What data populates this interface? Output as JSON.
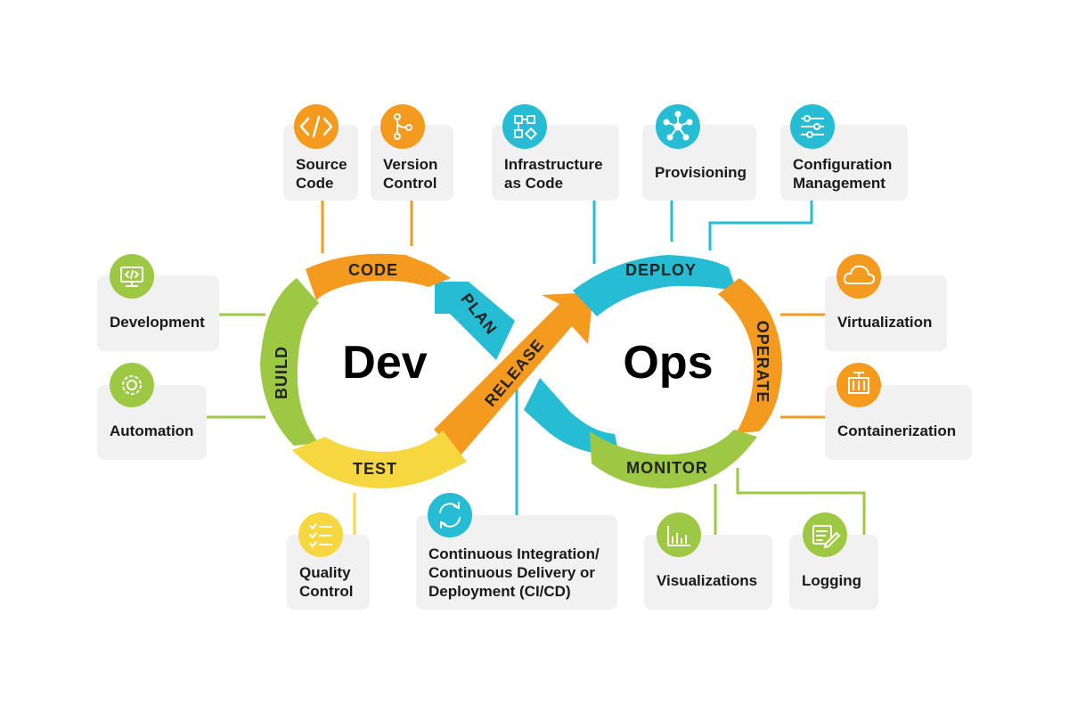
{
  "center": {
    "dev": "Dev",
    "ops": "Ops"
  },
  "stages": {
    "code": "CODE",
    "plan": "PLAN",
    "build": "BUILD",
    "test": "TEST",
    "release": "RELEASE",
    "deploy": "DEPLOY",
    "operate": "OPERATE",
    "monitor": "MONITOR"
  },
  "nodes": {
    "source_code": [
      "Source",
      "Code"
    ],
    "version_control": [
      "Version",
      "Control"
    ],
    "infrastructure_as_code": [
      "Infrastructure",
      "as Code"
    ],
    "provisioning": [
      "Provisioning"
    ],
    "configuration_management": [
      "Configuration",
      "Management"
    ],
    "development": [
      "Development"
    ],
    "automation": [
      "Automation"
    ],
    "virtualization": [
      "Virtualization"
    ],
    "containerization": [
      "Containerization"
    ],
    "quality_control": [
      "Quality",
      "Control"
    ],
    "cicd": [
      "Continuous Integration/",
      "Continuous Delivery or",
      "Deployment (CI/CD)"
    ],
    "visualizations": [
      "Visualizations"
    ],
    "logging": [
      "Logging"
    ]
  },
  "icons": {
    "source_code": "code-brackets-icon",
    "version_control": "git-branch-icon",
    "infrastructure_as_code": "network-blocks-icon",
    "provisioning": "hub-nodes-icon",
    "configuration_management": "sliders-icon",
    "development": "monitor-code-icon",
    "automation": "gear-icon",
    "virtualization": "cloud-icon",
    "containerization": "container-icon",
    "quality_control": "checklist-icon",
    "cicd": "sync-arrows-icon",
    "visualizations": "bar-chart-icon",
    "logging": "notepad-pencil-icon"
  },
  "colors": {
    "orange": "#f39a1f",
    "teal": "#25bcd4",
    "green": "#9dc844",
    "yellow": "#f7d740",
    "box": "#f1f1f1"
  }
}
